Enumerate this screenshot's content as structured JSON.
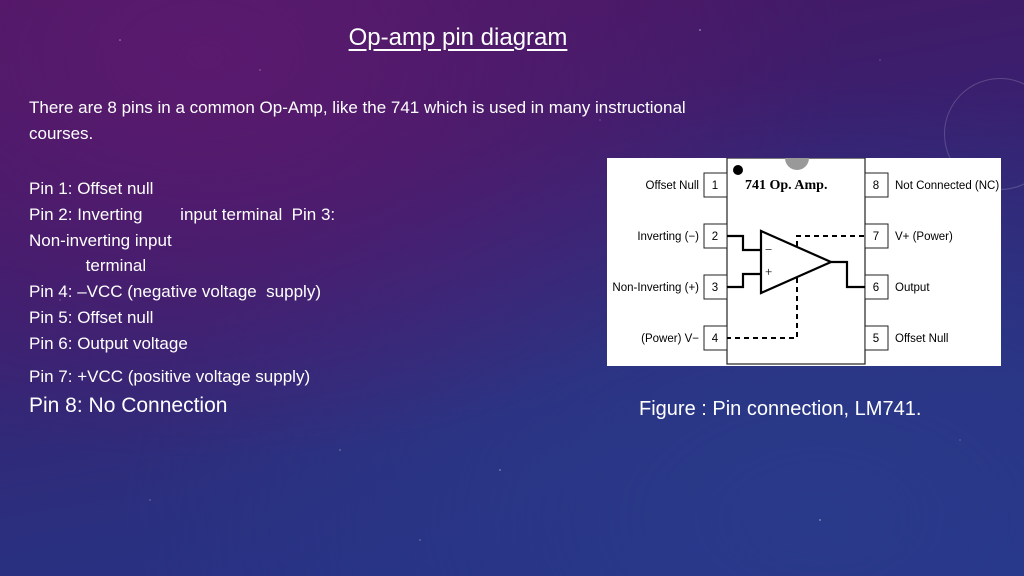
{
  "slide": {
    "title": "Op-amp pin diagram",
    "intro": "There are 8 pins in a common Op-Amp, like the 741 which is  used in many instructional courses.",
    "pins": [
      "Pin 1: Offset null",
      "Pin 2: Inverting        input terminal  Pin 3:",
      "Non-inverting input",
      "            terminal",
      "Pin 4: –VCC (negative voltage  supply)",
      "Pin 5: Offset null",
      "Pin 6: Output voltage"
    ],
    "pin7": "Pin 7: +VCC (positive voltage  supply)",
    "pin8": "Pin 8: No Connection",
    "caption": "Figure : Pin connection, LM741."
  },
  "figure": {
    "chip_label": "741 Op. Amp.",
    "left_pins": [
      {
        "num": "1",
        "label": "Offset Null"
      },
      {
        "num": "2",
        "label": "Inverting (−)"
      },
      {
        "num": "3",
        "label": "Non-Inverting (+)"
      },
      {
        "num": "4",
        "label": "(Power) V−"
      }
    ],
    "right_pins": [
      {
        "num": "8",
        "label": "Not Connected (NC)"
      },
      {
        "num": "7",
        "label": "V+ (Power)"
      },
      {
        "num": "6",
        "label": "Output"
      },
      {
        "num": "5",
        "label": "Offset Null"
      }
    ],
    "minus_sign": "−",
    "plus_sign": "+"
  }
}
